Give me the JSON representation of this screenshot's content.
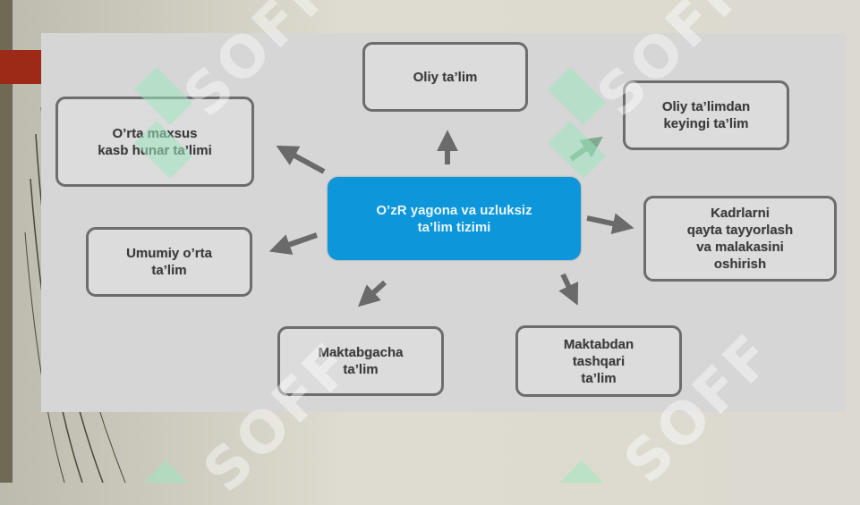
{
  "diagram": {
    "center": "O’zR yagona va uzluksiz\nta’lim tizimi",
    "nodes": {
      "oliy": "Oliy ta’lim",
      "oliy_keyingi": "Oliy ta’limdan\nkeyingi ta’lim",
      "orta_maxsus": "O’rta maxsus\nkasb hunar ta’limi",
      "umumiy_orta": "Umumiy o’rta\nta’lim",
      "kadrlarni": "Kadrlarni\nqayta tayyorlash\nva malakasini\noshirish",
      "maktabgacha": "Maktabgacha\nta’lim",
      "maktabdan_tashqari": "Maktabdan\ntashqari\nta’lim"
    }
  },
  "watermark": {
    "text": "SOFF"
  },
  "colors": {
    "center_fill": "#0d96d9",
    "box_border": "#6d6d6d",
    "arrow": "#6a6a6a",
    "accent_tab": "#9c2a17",
    "watermark_icon": "#9fe6c0"
  }
}
